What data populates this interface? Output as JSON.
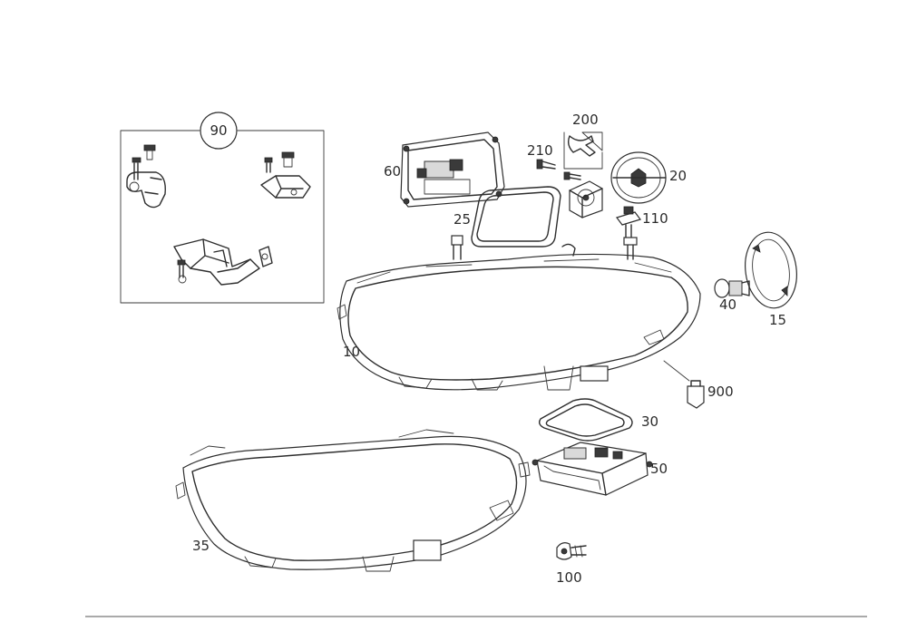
{
  "labels": {
    "p10": "10",
    "p15": "15",
    "p20": "20",
    "p25": "25",
    "p30": "30",
    "p35": "35",
    "p40": "40",
    "p50": "50",
    "p60": "60",
    "p90": "90",
    "p100": "100",
    "p110": "110",
    "p200": "200",
    "p210": "210",
    "p900": "900"
  }
}
